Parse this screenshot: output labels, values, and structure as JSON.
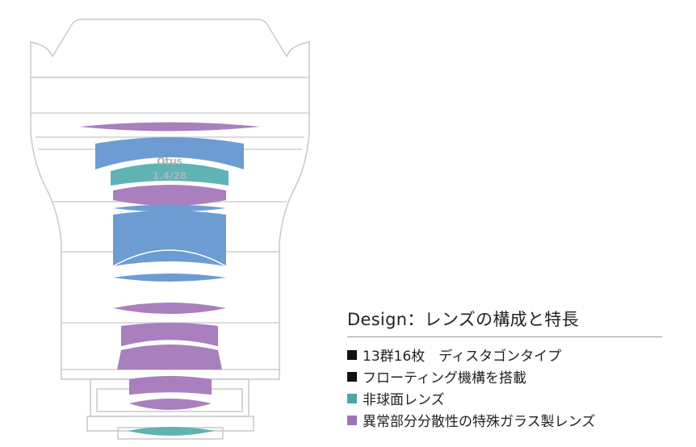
{
  "lens_marking": {
    "name": "Otus",
    "spec": "1.4/28"
  },
  "legend": {
    "title": "Design：レンズの構成と特長",
    "items": [
      {
        "swatch_color": "#111111",
        "label": "13群16枚　ディスタゴンタイプ"
      },
      {
        "swatch_color": "#111111",
        "label": "フローティング機構を搭載"
      },
      {
        "swatch_color": "#4aa5ad",
        "label": "非球面レンズ"
      },
      {
        "swatch_color": "#a171b5",
        "label": "異常部分分散性の特殊ガラス製レンズ"
      }
    ]
  },
  "colors": {
    "standard_glass": "#6d9cd3",
    "aspherical": "#5fb3b5",
    "special_glass": "#a97fbe",
    "barrel_outline": "#c9c9c9"
  }
}
